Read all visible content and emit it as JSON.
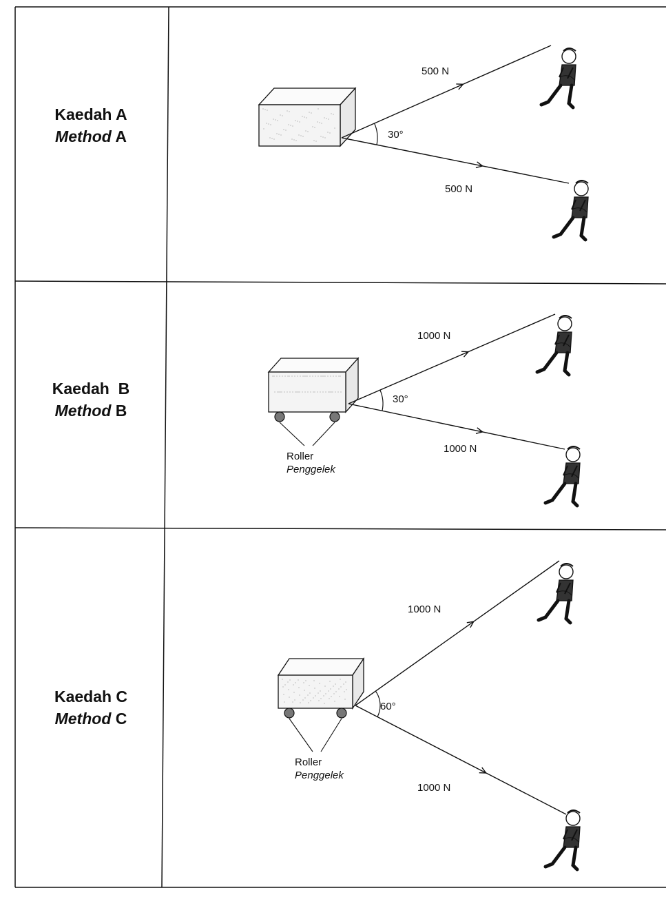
{
  "rows": [
    {
      "ms": "Kaedah A",
      "en_word": "Method",
      "en_letter": "A",
      "force_top": "500 N",
      "force_bottom": "500 N",
      "angle": "30°",
      "rollers": false,
      "roller_label": "",
      "roller_label_ms": ""
    },
    {
      "ms": "Kaedah  B",
      "en_word": "Method",
      "en_letter": "B",
      "force_top": "1000 N",
      "force_bottom": "1000 N",
      "angle": "30°",
      "rollers": true,
      "roller_label": "Roller",
      "roller_label_ms": "Penggelek"
    },
    {
      "ms": "Kaedah C",
      "en_word": "Method",
      "en_letter": "C",
      "force_top": "1000 N",
      "force_bottom": "1000 N",
      "angle": "60°",
      "rollers": true,
      "roller_label": "Roller",
      "roller_label_ms": "Penggelek"
    }
  ],
  "colors": {
    "line": "#111111",
    "box_face": "#f4f4f4",
    "roller": "#777777"
  }
}
